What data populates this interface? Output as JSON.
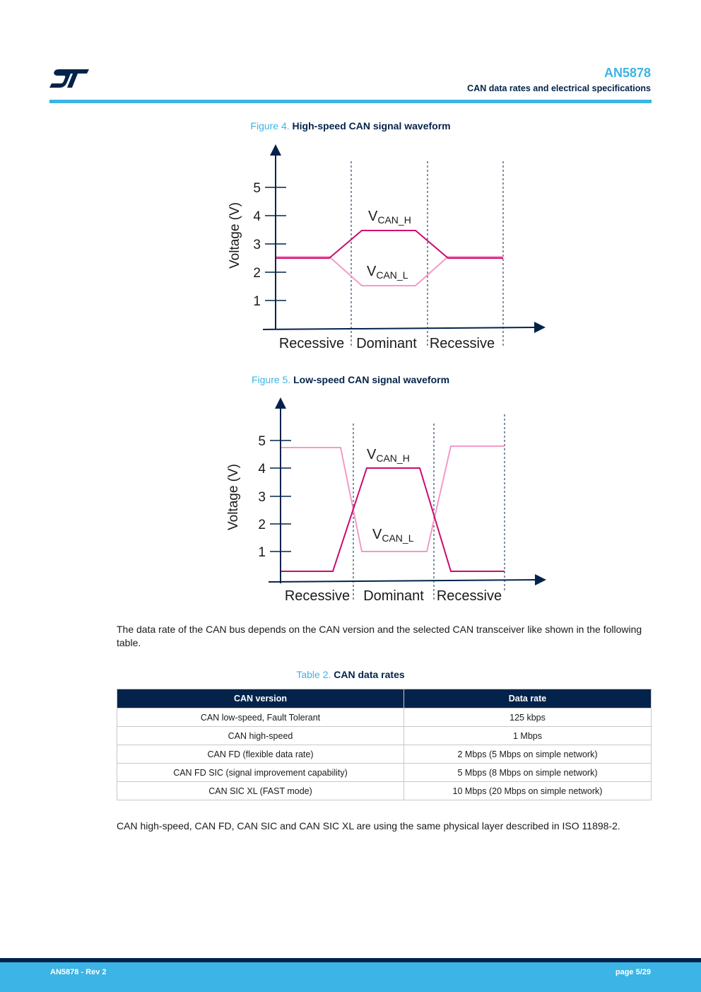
{
  "header": {
    "logo": "st-logo",
    "doc_id": "AN5878",
    "subtitle": "CAN data rates and electrical specifications"
  },
  "figure4": {
    "number": "Figure 4.",
    "title": "High-speed CAN signal waveform",
    "y_label": "Voltage (V)",
    "y_ticks": [
      "1",
      "2",
      "3",
      "4",
      "5"
    ],
    "v_sym": "V",
    "high_sub": "CAN_H",
    "low_sub": "CAN_L",
    "regions": [
      "Recessive",
      "Dominant",
      "Recessive"
    ]
  },
  "figure5": {
    "number": "Figure 5.",
    "title": "Low-speed CAN signal waveform",
    "y_label": "Voltage (V)",
    "y_ticks": [
      "1",
      "2",
      "3",
      "4",
      "5"
    ],
    "v_sym": "V",
    "high_sub": "CAN_H",
    "low_sub": "CAN_L",
    "regions": [
      "Recessive",
      "Dominant",
      "Recessive"
    ]
  },
  "body": {
    "para1": "The data rate of the CAN bus depends on the CAN version and the selected CAN transceiver like shown in the following table.",
    "para2": "CAN high-speed, CAN FD, CAN SIC and CAN SIC XL are using the same physical layer described in ISO 11898-2."
  },
  "table2": {
    "number": "Table 2.",
    "title": "CAN data rates",
    "headers": [
      "CAN version",
      "Data rate"
    ],
    "rows": [
      [
        "CAN low-speed, Fault Tolerant",
        "125 kbps"
      ],
      [
        "CAN high-speed",
        "1 Mbps"
      ],
      [
        "CAN FD (flexible data rate)",
        "2 Mbps (5 Mbps on simple network)"
      ],
      [
        "CAN FD SIC (signal improvement capability)",
        "5 Mbps (8 Mbps on simple network)"
      ],
      [
        "CAN SIC XL (FAST mode)",
        "10 Mbps (20 Mbps on simple network)"
      ]
    ]
  },
  "footer": {
    "left": "AN5878 - Rev 2",
    "right": "page 5/29"
  },
  "colors": {
    "st_blue": "#3cb4e5",
    "st_dark_blue": "#03234b",
    "can_h": "#cc0a6f",
    "can_l": "#f49ac8"
  }
}
